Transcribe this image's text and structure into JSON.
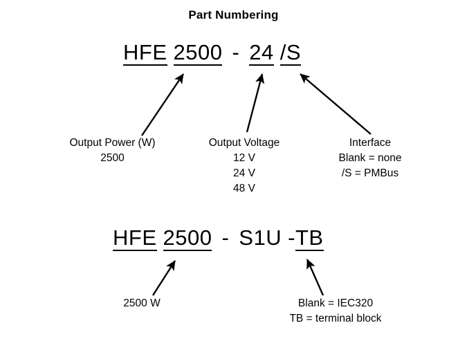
{
  "diagram": {
    "title": "Part Numbering",
    "part_numbers": [
      {
        "name": "part-number-ac-dc",
        "segments": [
          {
            "text": "HFE",
            "underlined": true
          },
          {
            "text": "2500",
            "underlined": true
          },
          {
            "text": "-",
            "underlined": false
          },
          {
            "text": "24",
            "underlined": true
          },
          {
            "text": "/S",
            "underlined": true
          }
        ]
      },
      {
        "name": "part-number-rack",
        "segments": [
          {
            "text": "HFE",
            "underlined": true
          },
          {
            "text": "2500",
            "underlined": true
          },
          {
            "text": "-",
            "underlined": false
          },
          {
            "text": "S1U",
            "underlined": false
          },
          {
            "text": "-",
            "underlined": false
          },
          {
            "text": "TB",
            "underlined": true
          }
        ]
      }
    ],
    "callouts": [
      {
        "name": "output-power",
        "heading": "Output Power (W)",
        "options": [
          "2500"
        ]
      },
      {
        "name": "output-voltage",
        "heading": "Output Voltage",
        "options": [
          "12 V",
          "24 V",
          "48 V"
        ]
      },
      {
        "name": "interface",
        "heading": "Interface",
        "options": [
          "Blank = none",
          "/S = PMBus"
        ]
      },
      {
        "name": "wattage",
        "heading": "2500 W",
        "options": []
      },
      {
        "name": "connector",
        "heading": "Blank = IEC320",
        "options": [
          "TB = terminal block"
        ]
      }
    ],
    "colors": {
      "background": "#ffffff",
      "ink": "#000000"
    }
  }
}
